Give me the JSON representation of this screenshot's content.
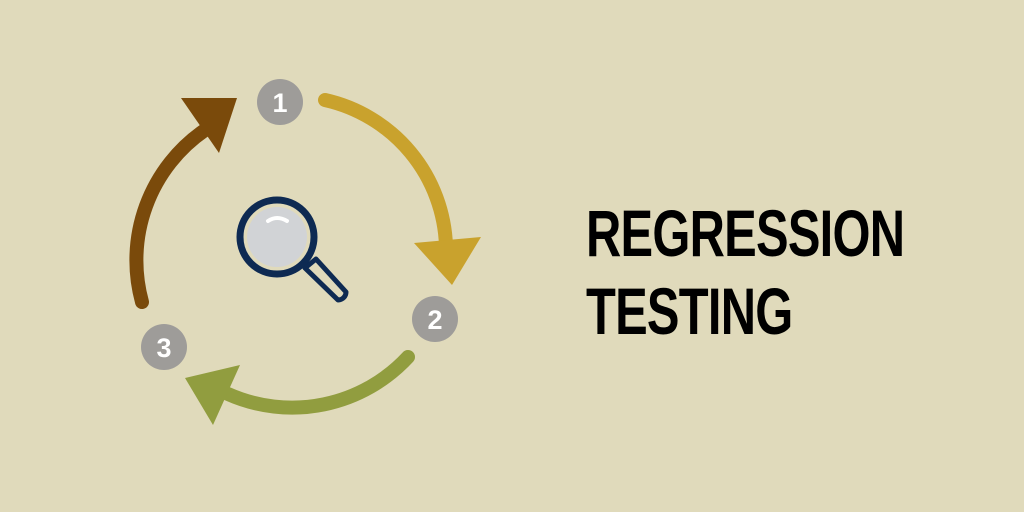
{
  "title": {
    "line1": "REGRESSION",
    "line2": "TESTING"
  },
  "cycle": {
    "steps": [
      {
        "number": "1",
        "arrow_color": "#C9A22D"
      },
      {
        "number": "2",
        "arrow_color": "#919D3F"
      },
      {
        "number": "3",
        "arrow_color": "#7A4A0B"
      }
    ],
    "center_icon": "magnifying-glass-icon",
    "badge_color": "#9E9C99"
  },
  "colors": {
    "background": "#E0DABB",
    "text": "#000000",
    "icon_stroke": "#0E2A52",
    "lens_fill": "#D1D3D6"
  }
}
